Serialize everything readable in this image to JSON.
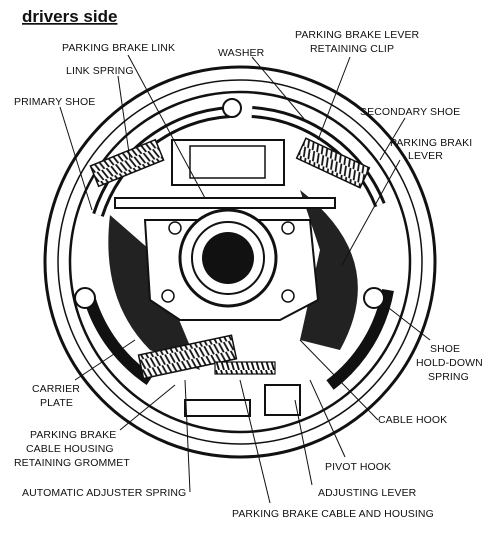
{
  "title": "drivers side",
  "labels": {
    "parking_brake_link": "PARKING BRAKE LINK",
    "washer": "WASHER",
    "pb_lever_retaining_clip_1": "PARKING BRAKE LEVER",
    "pb_lever_retaining_clip_2": "RETAINING CLIP",
    "link_spring": "LINK SPRING",
    "primary_shoe": "PRIMARY SHOE",
    "secondary_shoe": "SECONDARY SHOE",
    "pb_lever_1": "PARKING BRAKI",
    "pb_lever_2": "LEVER",
    "carrier_plate_1": "CARRIER",
    "carrier_plate_2": "PLATE",
    "grommet_1": "PARKING BRAKE",
    "grommet_2": "CABLE HOUSING",
    "grommet_3": "RETAINING GROMMET",
    "shoe_holddown_1": "SHOE",
    "shoe_holddown_2": "HOLD-DOWN",
    "shoe_holddown_3": "SPRING",
    "cable_hook": "CABLE HOOK",
    "pivot_hook": "PIVOT HOOK",
    "auto_adjuster_spring": "AUTOMATIC ADJUSTER SPRING",
    "adjusting_lever": "ADJUSTING LEVER",
    "pb_cable_housing": "PARKING BRAKE CABLE AND HOUSING"
  }
}
